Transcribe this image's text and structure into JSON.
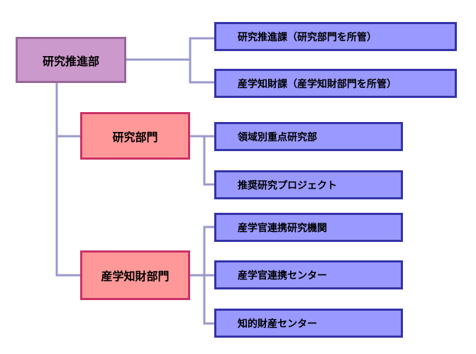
{
  "colors": {
    "root_fill": "#cc99cc",
    "root_border": "#996699",
    "dept_fill": "#ff9999",
    "dept_border": "#cc3366",
    "leaf_fill": "#9999ff",
    "leaf_border": "#3333aa",
    "connector": "#9999cc"
  },
  "root": {
    "label": "研究推進部"
  },
  "root_children": [
    {
      "label": "研究推進課（研究部門を所管）"
    },
    {
      "label": "産学知財課（産学知財部門を所管）"
    }
  ],
  "departments": [
    {
      "label": "研究部門",
      "children": [
        {
          "label": "領域別重点研究部"
        },
        {
          "label": "推奨研究プロジェクト"
        }
      ]
    },
    {
      "label": "産学知財部門",
      "children": [
        {
          "label": "産学官連携研究機関"
        },
        {
          "label": "産学官連携センター"
        },
        {
          "label": "知的財産センター"
        }
      ]
    }
  ]
}
